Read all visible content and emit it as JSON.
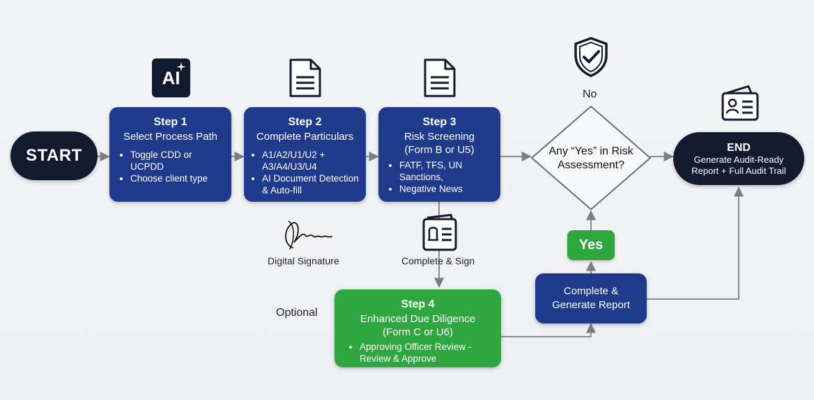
{
  "start": {
    "label": "START"
  },
  "step1": {
    "title": "Step 1",
    "subtitle": "Select Process Path",
    "bullets": [
      "Toggle CDD or UCPDD",
      "Choose client type"
    ]
  },
  "step2": {
    "title": "Step 2",
    "subtitle": "Complete Particulars",
    "bullets": [
      "A1/A2/U1/U2 + A3/A4/U3/U4",
      "AI Document Detection & Auto-fill"
    ]
  },
  "step3": {
    "title": "Step 3",
    "subtitle": "Risk Screening (Form B or U5)",
    "bullets": [
      "FATF, TFS, UN Sanctions,",
      "Negative News"
    ]
  },
  "step4": {
    "title": "Step 4",
    "subtitle": "Enhanced Due Diligence (Form C or U6)",
    "bullets": [
      "Approving Officer Review - Review & Approve"
    ]
  },
  "decision": {
    "text": "Any “Yes” in Risk Assessment?"
  },
  "no_label": "No",
  "yes_label": "Yes",
  "report_box": {
    "text": "Complete & Generate Report"
  },
  "end": {
    "title": "END",
    "text": "Generate Audit-Ready Report + Full Audit Trail"
  },
  "labels": {
    "digital_signature": "Digital Signature",
    "complete_sign": "Complete & Sign",
    "optional": "Optional"
  },
  "ai_icon_text": "AI",
  "colors": {
    "navy": "#1f3a8a",
    "dark": "#111a2e",
    "green": "#2fa640",
    "connector": "#7a7f87"
  }
}
